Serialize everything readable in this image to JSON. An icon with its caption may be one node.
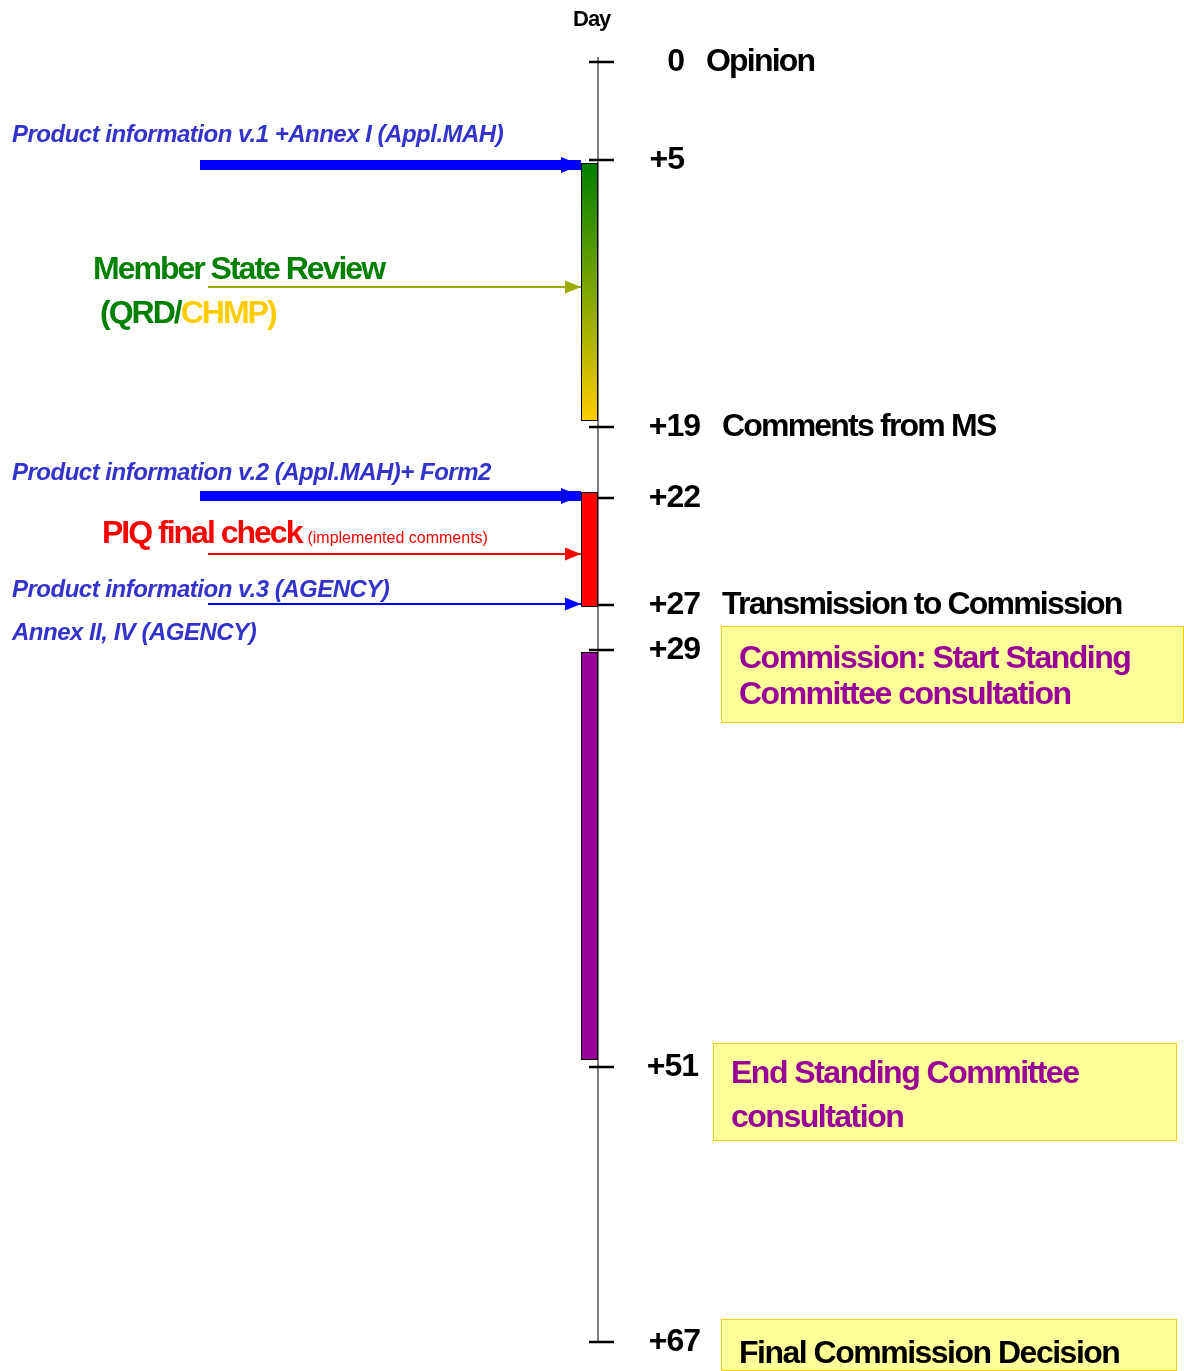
{
  "diagram": {
    "nodes": [
      {
        "text": [
          "Product information v.1 +Annex I (Appl.MAH)"
        ]
      },
      {
        "text": [
          "Member State Review",
          "(QRD/",
          "CHMP)"
        ]
      },
      {
        "text": [],
        "shape": "bar"
      },
      {
        "text": [
          "Product information v.2 (Appl.MAH)+ Form2"
        ]
      },
      {
        "text": [
          "PIQ final check",
          "(implemented comments)"
        ]
      },
      {
        "text": [
          "Product information v.3 (AGENCY)"
        ]
      },
      {
        "text": [],
        "shape": "bar"
      },
      {
        "text": [],
        "shape": "bar"
      },
      {
        "text": [
          "Commission: Start Standing Committee consultation"
        ]
      },
      {
        "text": [
          "End Standing Committee consultation"
        ]
      },
      {
        "text": [
          "Final Commission Decision"
        ]
      }
    ],
    "edges": [
      {
        "from": 0,
        "to": 2,
        "arrow": "to",
        "style": "thick"
      },
      {
        "from": 1,
        "to": 2,
        "arrow": "to",
        "color": "#99aa00"
      },
      {
        "from": 3,
        "to": 6,
        "arrow": "to",
        "style": "thick"
      },
      {
        "from": 4,
        "to": 6,
        "arrow": "to",
        "color": "#ff0000"
      },
      {
        "from": 5,
        "to": 6,
        "arrow": "to"
      }
    ],
    "labels": [
      "Day",
      "0",
      "Opinion",
      "+5",
      "+19",
      "Comments from MS",
      "+22",
      "+27",
      "Transmission to Commission",
      "Annex II, IV (AGENCY)",
      "+29",
      "+51",
      "+67"
    ]
  }
}
